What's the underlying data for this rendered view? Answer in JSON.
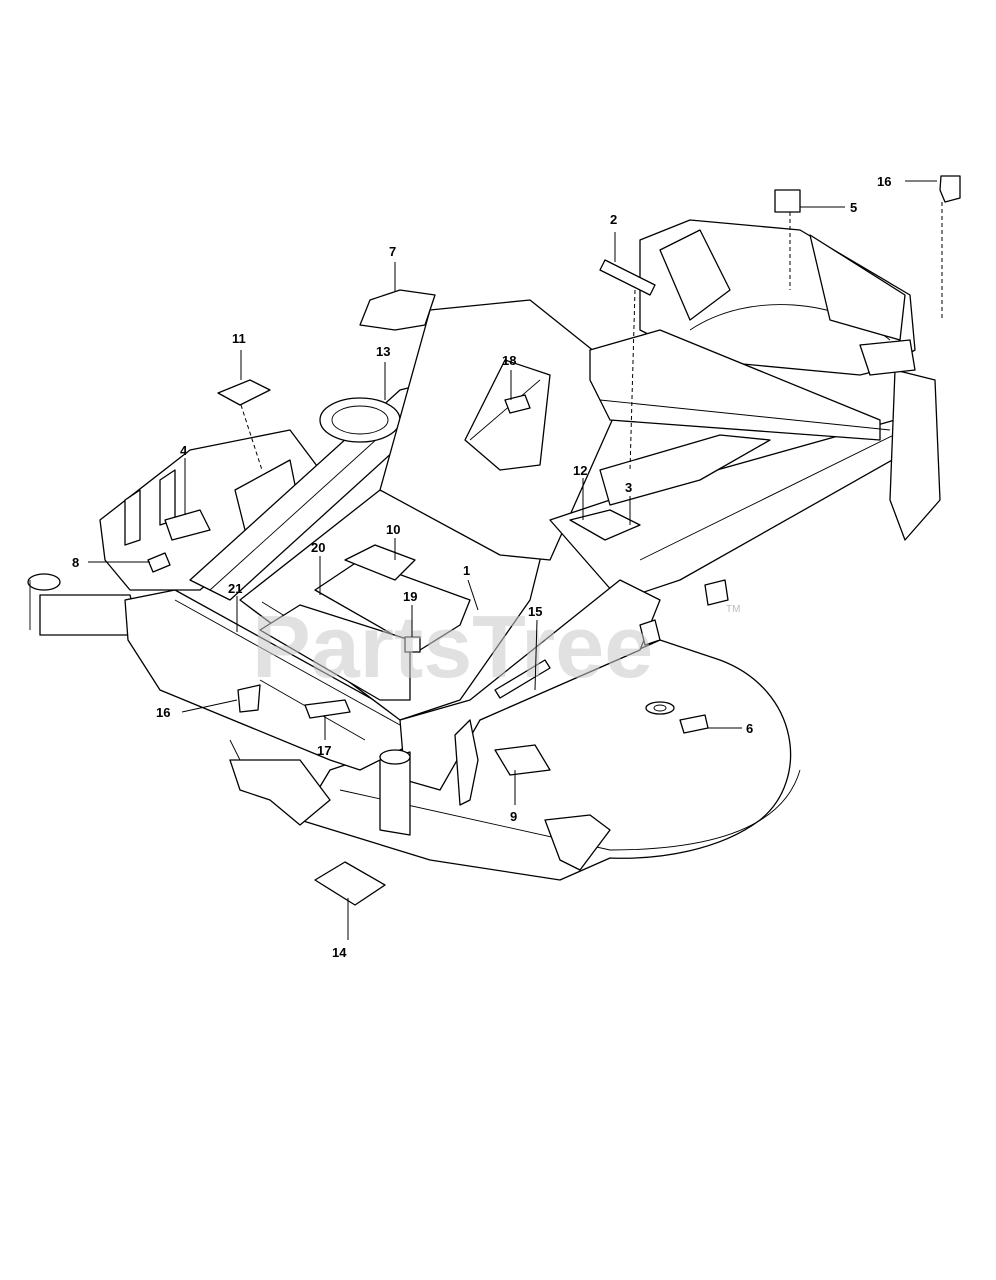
{
  "watermark": {
    "text": "PartsTree",
    "tm": "TM"
  },
  "callouts": [
    "1",
    "2",
    "3",
    "4",
    "5",
    "6",
    "7",
    "8",
    "9",
    "10",
    "11",
    "12",
    "13",
    "14",
    "15",
    "16",
    "16",
    "17",
    "18",
    "19",
    "20",
    "21"
  ]
}
